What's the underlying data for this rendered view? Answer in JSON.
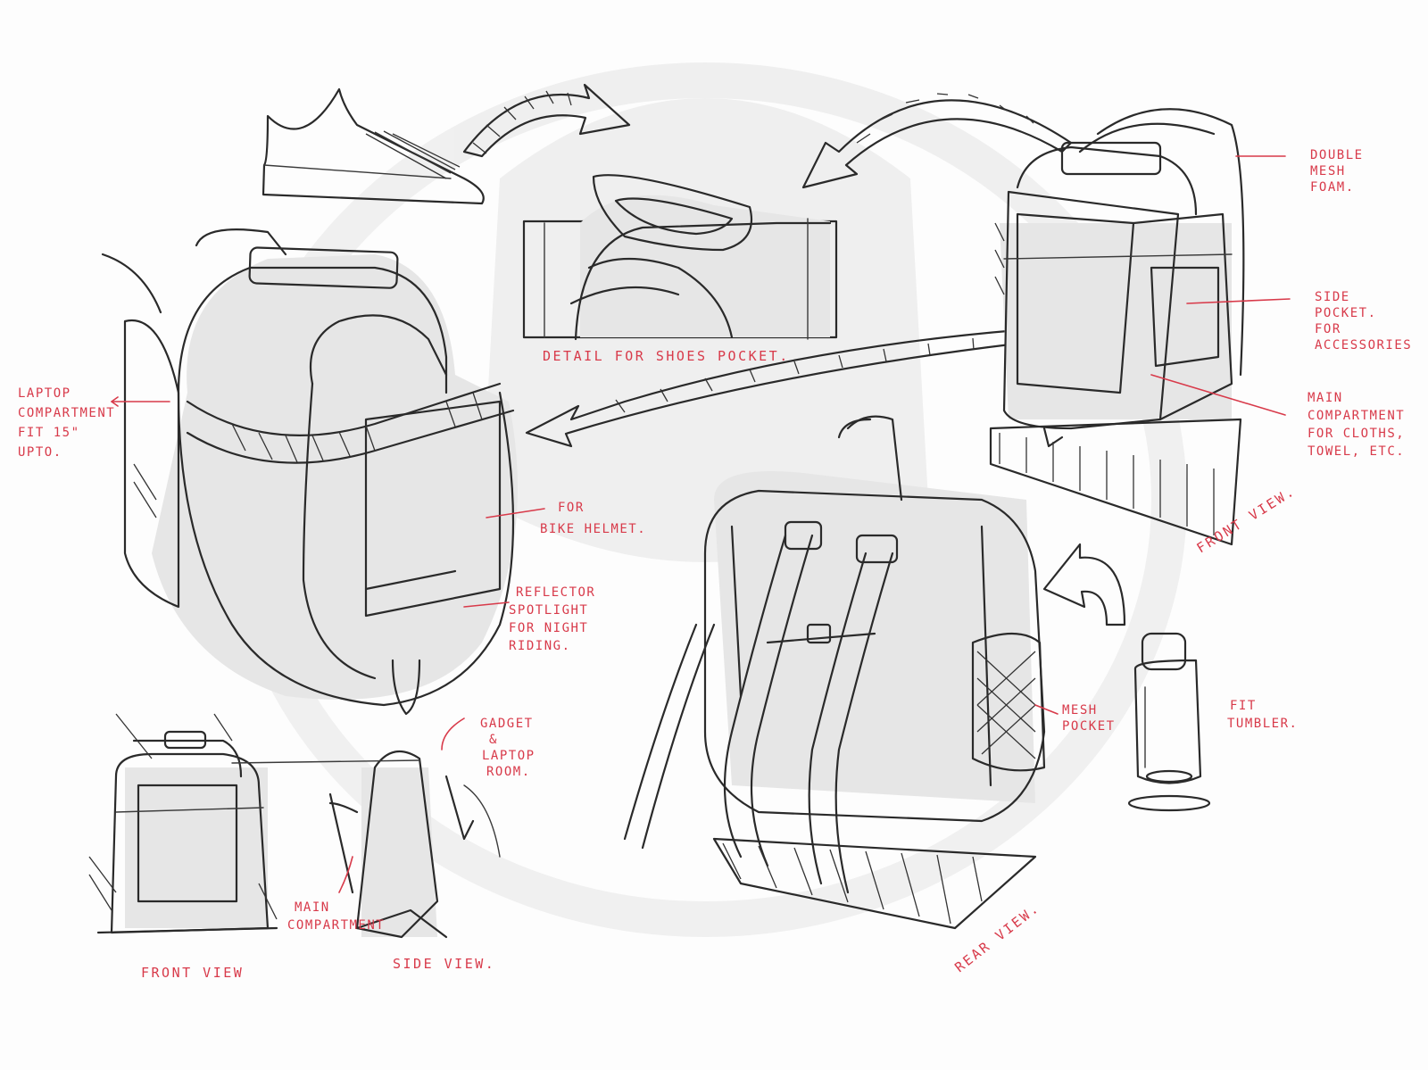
{
  "annotations": {
    "laptop": [
      "LAPTOP",
      "COMPARTMENT",
      "FIT 15\"",
      "UPTO."
    ],
    "shoes_detail": "DETAIL FOR SHOES POCKET.",
    "helmet": [
      "FOR",
      "BIKE HELMET."
    ],
    "reflector": [
      "REFLECTOR",
      "SPOTLIGHT",
      "FOR NIGHT",
      "RIDING."
    ],
    "double_mesh": [
      "DOUBLE",
      "MESH",
      "FOAM."
    ],
    "side_pocket": [
      "SIDE",
      "POCKET.",
      "FOR",
      "ACCESSORIES"
    ],
    "main_compartment_front": [
      "MAIN",
      "COMPARTMENT",
      "FOR CLOTHS,",
      "TOWEL, ETC."
    ],
    "gadget": [
      "GADGET",
      "&",
      "LAPTOP",
      "ROOM."
    ],
    "main_compartment_side": [
      "MAIN",
      "COMPARTMENT"
    ],
    "mesh_pocket": [
      "MESH",
      "POCKET"
    ],
    "tumbler": [
      "FIT",
      "TUMBLER."
    ]
  },
  "view_labels": {
    "front_view_top": "FRONT VIEW.",
    "front_view_bottom": "FRONT VIEW",
    "side_view": "SIDE VIEW.",
    "rear_view": "REAR VIEW."
  },
  "colors": {
    "ink": "#2a2a2a",
    "annotation": "#d83a4a",
    "paper": "#fdfdfd"
  }
}
